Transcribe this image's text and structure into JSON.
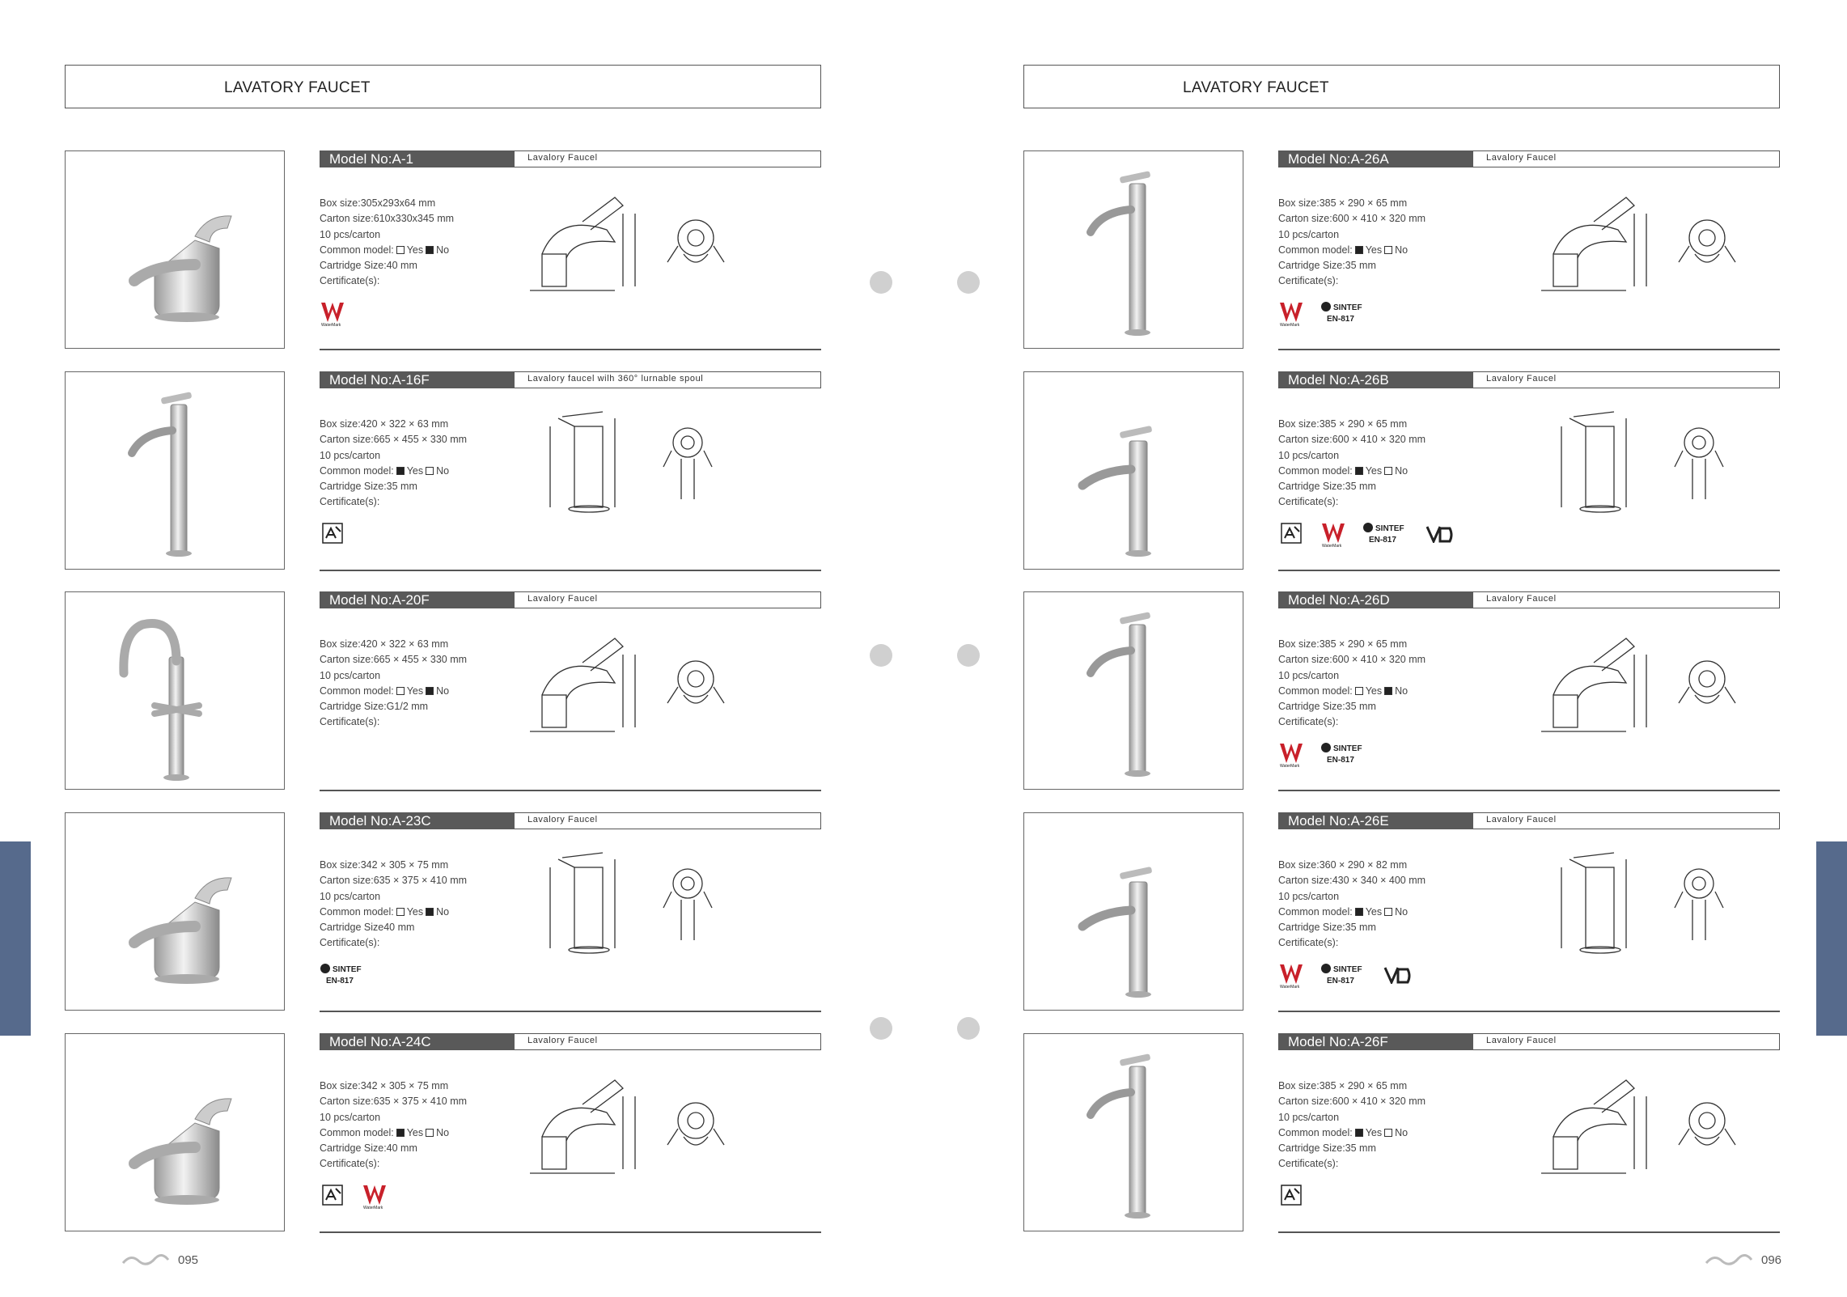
{
  "pages": [
    {
      "header": "LAVATORY FAUCET",
      "page_number": "095",
      "products": [
        {
          "model": "Model No:A-1",
          "desc": "Lavalory Faucel",
          "box": "Box size:305x293x64 mm",
          "carton": "Carton size:610x330x345 mm",
          "pcs": "10 pcs/carton",
          "common_label": "Common model:",
          "common_yes": "Yes",
          "common_no": "No",
          "common_value": "No",
          "cartridge": "Cartridge Size:40 mm",
          "cert_label": "Certificate(s):",
          "certs": [
            "watermark"
          ],
          "faucet": "lever"
        },
        {
          "model": "Model No:A-16F",
          "desc": "Lavalory faucel wilh 360°  lurnable spoul",
          "box": "Box size:420 × 322 × 63 mm",
          "carton": "Carton size:665 × 455 × 330 mm",
          "pcs": "10 pcs/carton",
          "common_label": "Common model:",
          "common_yes": "Yes",
          "common_no": "No",
          "common_value": "Yes",
          "cartridge": "Cartridge Size:35 mm",
          "cert_label": "Certificate(s):",
          "certs": [
            "acs"
          ],
          "faucet": "tall"
        },
        {
          "model": "Model No:A-20F",
          "desc": "Lavalory Faucel",
          "box": "Box size:420 × 322 × 63 mm",
          "carton": "Carton size:665 × 455 × 330 mm",
          "pcs": "10 pcs/carton",
          "common_label": "Common model:",
          "common_yes": "Yes",
          "common_no": "No",
          "common_value": "No",
          "cartridge": "Cartridge Size:G1/2 mm",
          "cert_label": "Certificate(s):",
          "certs": [],
          "faucet": "gooseneck"
        },
        {
          "model": "Model No:A-23C",
          "desc": "Lavalory Faucel",
          "box": "Box size:342 × 305 × 75 mm",
          "carton": "Carton size:635 × 375 × 410 mm",
          "pcs": "10 pcs/carton",
          "common_label": "Common model:",
          "common_yes": "Yes",
          "common_no": "No",
          "common_value": "No",
          "cartridge": "Cartridge Size40 mm",
          "cert_label": "Certificate(s):",
          "certs": [
            "sintef"
          ],
          "faucet": "lever"
        },
        {
          "model": "Model No:A-24C",
          "desc": "Lavalory Faucel",
          "box": "Box size:342 × 305 × 75 mm",
          "carton": "Carton size:635 × 375 × 410 mm",
          "pcs": "10 pcs/carton",
          "common_label": "Common model:",
          "common_yes": "Yes",
          "common_no": "No",
          "common_value": "Yes",
          "cartridge": "Cartridge Size:40 mm",
          "cert_label": "Certificate(s):",
          "certs": [
            "acs",
            "watermark"
          ],
          "faucet": "lever"
        }
      ]
    },
    {
      "header": "LAVATORY FAUCET",
      "page_number": "096",
      "products": [
        {
          "model": "Model No:A-26A",
          "desc": "Lavalory Faucel",
          "box": "Box size:385 × 290 × 65 mm",
          "carton": "Carton size:600 × 410 × 320 mm",
          "pcs": "10 pcs/carton",
          "common_label": "Common model:",
          "common_yes": "Yes",
          "common_no": "No",
          "common_value": "Yes",
          "cartridge": "Cartridge Size:35 mm",
          "cert_label": "Certificate(s):",
          "certs": [
            "watermark",
            "sintef"
          ],
          "faucet": "tall"
        },
        {
          "model": "Model No:A-26B",
          "desc": "Lavalory Faucel",
          "box": "Box size:385 × 290 × 65 mm",
          "carton": "Carton size:600 × 410 × 320 mm",
          "pcs": "10 pcs/carton",
          "common_label": "Common model:",
          "common_yes": "Yes",
          "common_no": "No",
          "common_value": "Yes",
          "cartridge": "Cartridge Size:35 mm",
          "cert_label": "Certificate(s):",
          "certs": [
            "acs",
            "watermark",
            "sintef",
            "va"
          ],
          "faucet": "short"
        },
        {
          "model": "Model No:A-26D",
          "desc": "Lavalory Faucel",
          "box": "Box size:385 × 290 × 65 mm",
          "carton": "Carton size:600 × 410 × 320 mm",
          "pcs": "10 pcs/carton",
          "common_label": "Common model:",
          "common_yes": "Yes",
          "common_no": "No",
          "common_value": "No",
          "cartridge": "Cartridge Size:35 mm",
          "cert_label": "Certificate(s):",
          "certs": [
            "watermark",
            "sintef"
          ],
          "faucet": "tall"
        },
        {
          "model": "Model No:A-26E",
          "desc": "Lavalory Faucel",
          "box": "Box size:360 × 290 × 82 mm",
          "carton": "Carton size:430 × 340 × 400 mm",
          "pcs": "10 pcs/carton",
          "common_label": "Common model:",
          "common_yes": "Yes",
          "common_no": "No",
          "common_value": "Yes",
          "cartridge": "Cartridge Size:35 mm",
          "cert_label": "Certificate(s):",
          "certs": [
            "watermark",
            "sintef",
            "va"
          ],
          "faucet": "short"
        },
        {
          "model": "Model No:A-26F",
          "desc": "Lavalory Faucel",
          "box": "Box size:385 × 290 × 65 mm",
          "carton": "Carton size:600 × 410 × 320 mm",
          "pcs": "10 pcs/carton",
          "common_label": "Common model:",
          "common_yes": "Yes",
          "common_no": "No",
          "common_value": "Yes",
          "cartridge": "Cartridge Size:35 mm",
          "cert_label": "Certificate(s):",
          "certs": [
            "acs"
          ],
          "faucet": "tall"
        }
      ]
    }
  ],
  "cert_text": {
    "sintef": "SINTEF",
    "sintef_code": "EN-817",
    "watermark": "WaterMark",
    "va": "VA"
  },
  "colors": {
    "model_bar": "#595959",
    "side_tab": "#566a8c",
    "dot": "#d0d0d0"
  }
}
